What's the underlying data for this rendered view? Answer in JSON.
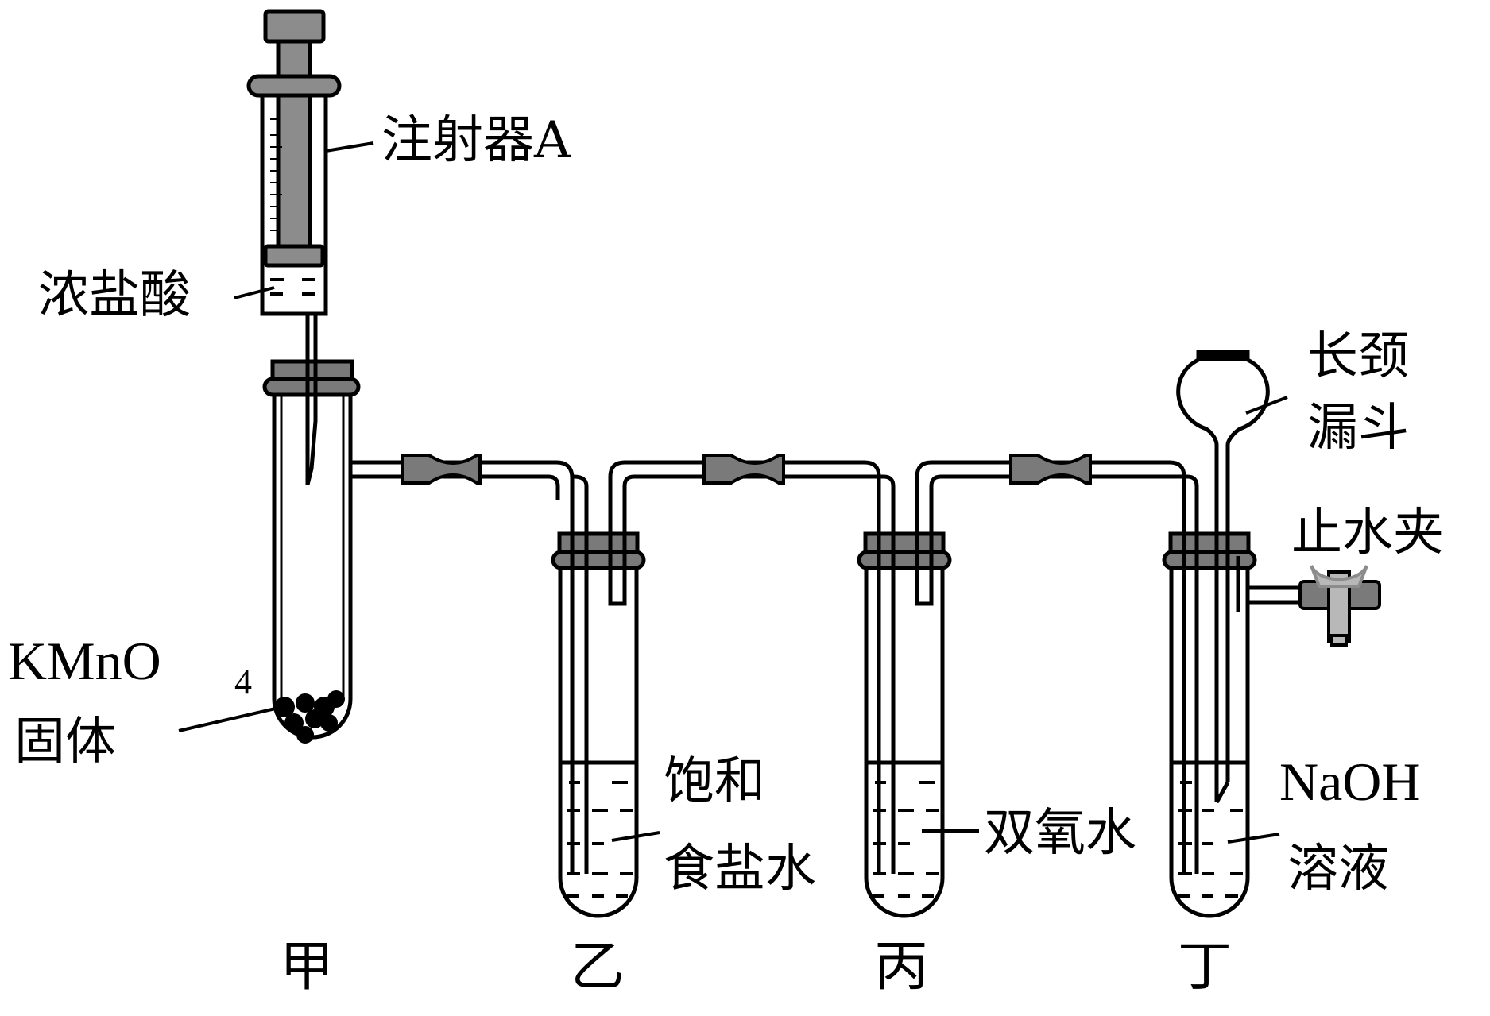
{
  "labels": {
    "syringe": "注射器A",
    "conc_hcl": "浓盐酸",
    "kmno4_main": "KMnO",
    "kmno4_sub": "4",
    "solid": "固体",
    "sat_line1": "饱和",
    "sat_line2": "食盐水",
    "h2o2": "双氧水",
    "funnel_line1": "长颈",
    "funnel_line2": "漏斗",
    "clamp": "止水夹",
    "naoh_line1": "NaOH",
    "naoh_line2": "溶液",
    "tube_jia": "甲",
    "tube_yi": "乙",
    "tube_bing": "丙",
    "tube_ding": "丁"
  },
  "colors": {
    "stroke": "#000000",
    "stopper": "#7a7a7a",
    "plunger": "#8c8c8c",
    "clamp": "#b8b8b8",
    "background": "#ffffff"
  }
}
